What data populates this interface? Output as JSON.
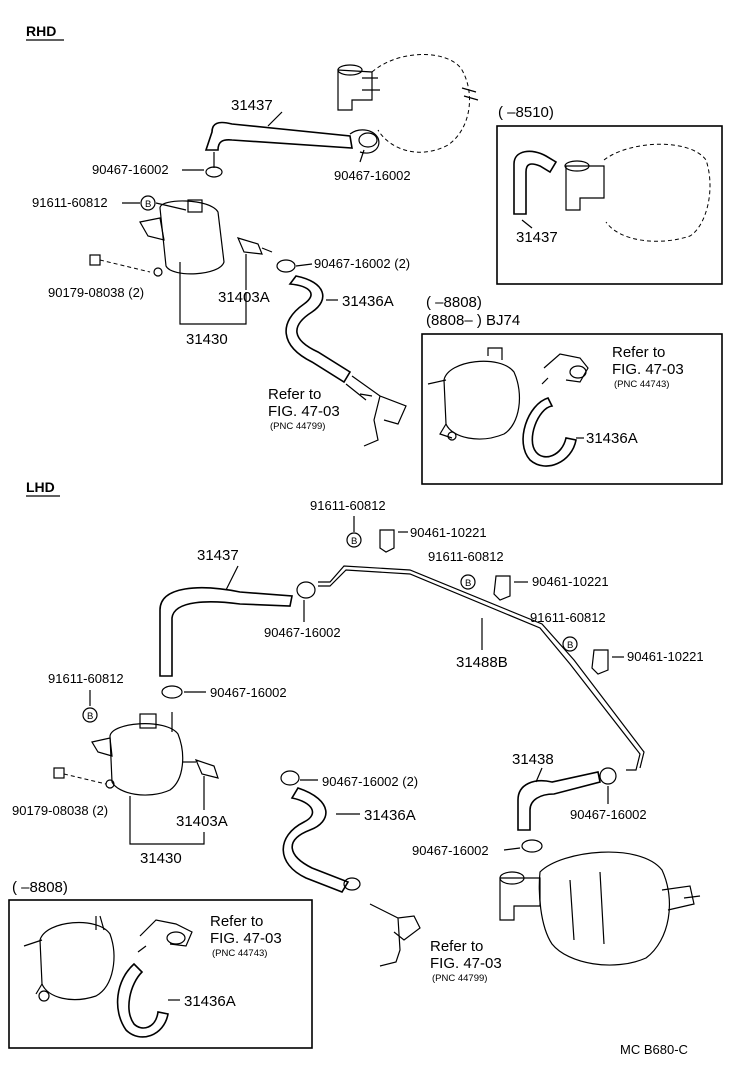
{
  "sections": {
    "rhd": "RHD",
    "lhd": "LHD"
  },
  "insets": {
    "rhd_8510": {
      "range": "(      –8510)",
      "part": "31437"
    },
    "rhd_bj74": {
      "range_top": "(      –8808)",
      "range_bottom": "(8808–        ) BJ74",
      "refer_label": "Refer to",
      "fig": "FIG. 47-03",
      "pnc": "(PNC 44743)",
      "hose": "31436A"
    },
    "lhd_8808": {
      "range": "(      –8808)",
      "refer_label": "Refer to",
      "fig": "FIG. 47-03",
      "pnc": "(PNC 44743)",
      "hose": "31436A"
    }
  },
  "rhd_parts": {
    "hose_31437": "31437",
    "clamp_left": "90467-16002",
    "clamp_right": "90467-16002",
    "bolt": "91611-60812",
    "bolt_badge": "B",
    "clamp_pair": "90467-16002 (2)",
    "nut": "90179-08038 (2)",
    "valve": "31403A",
    "hose_31436a": "31436A",
    "tank": "31430",
    "refer_label": "Refer to",
    "refer_fig": "FIG. 47-03",
    "refer_pnc": "(PNC 44799)"
  },
  "lhd_parts": {
    "bolt_top": "91611-60812",
    "bracket_top": "90461-10221",
    "bolt_mid": "91611-60812",
    "bracket_mid": "90461-10221",
    "bolt_right": "91611-60812",
    "bracket_right": "90461-10221",
    "hose_31437": "31437",
    "clamp_hose": "90467-16002",
    "pipe": "31488B",
    "bolt_left": "91611-60812",
    "clamp_tank": "90467-16002",
    "nut": "90179-08038 (2)",
    "valve": "31403A",
    "tank": "31430",
    "clamp_pair": "90467-16002 (2)",
    "hose_31436a": "31436A",
    "hose_31438": "31438",
    "clamp_31438": "90467-16002",
    "clamp_lower": "90467-16002",
    "refer_label": "Refer to",
    "refer_fig": "FIG. 47-03",
    "refer_pnc": "(PNC 44799)",
    "bolt_badge": "B"
  },
  "footer": {
    "code": "MC  B680-C"
  }
}
